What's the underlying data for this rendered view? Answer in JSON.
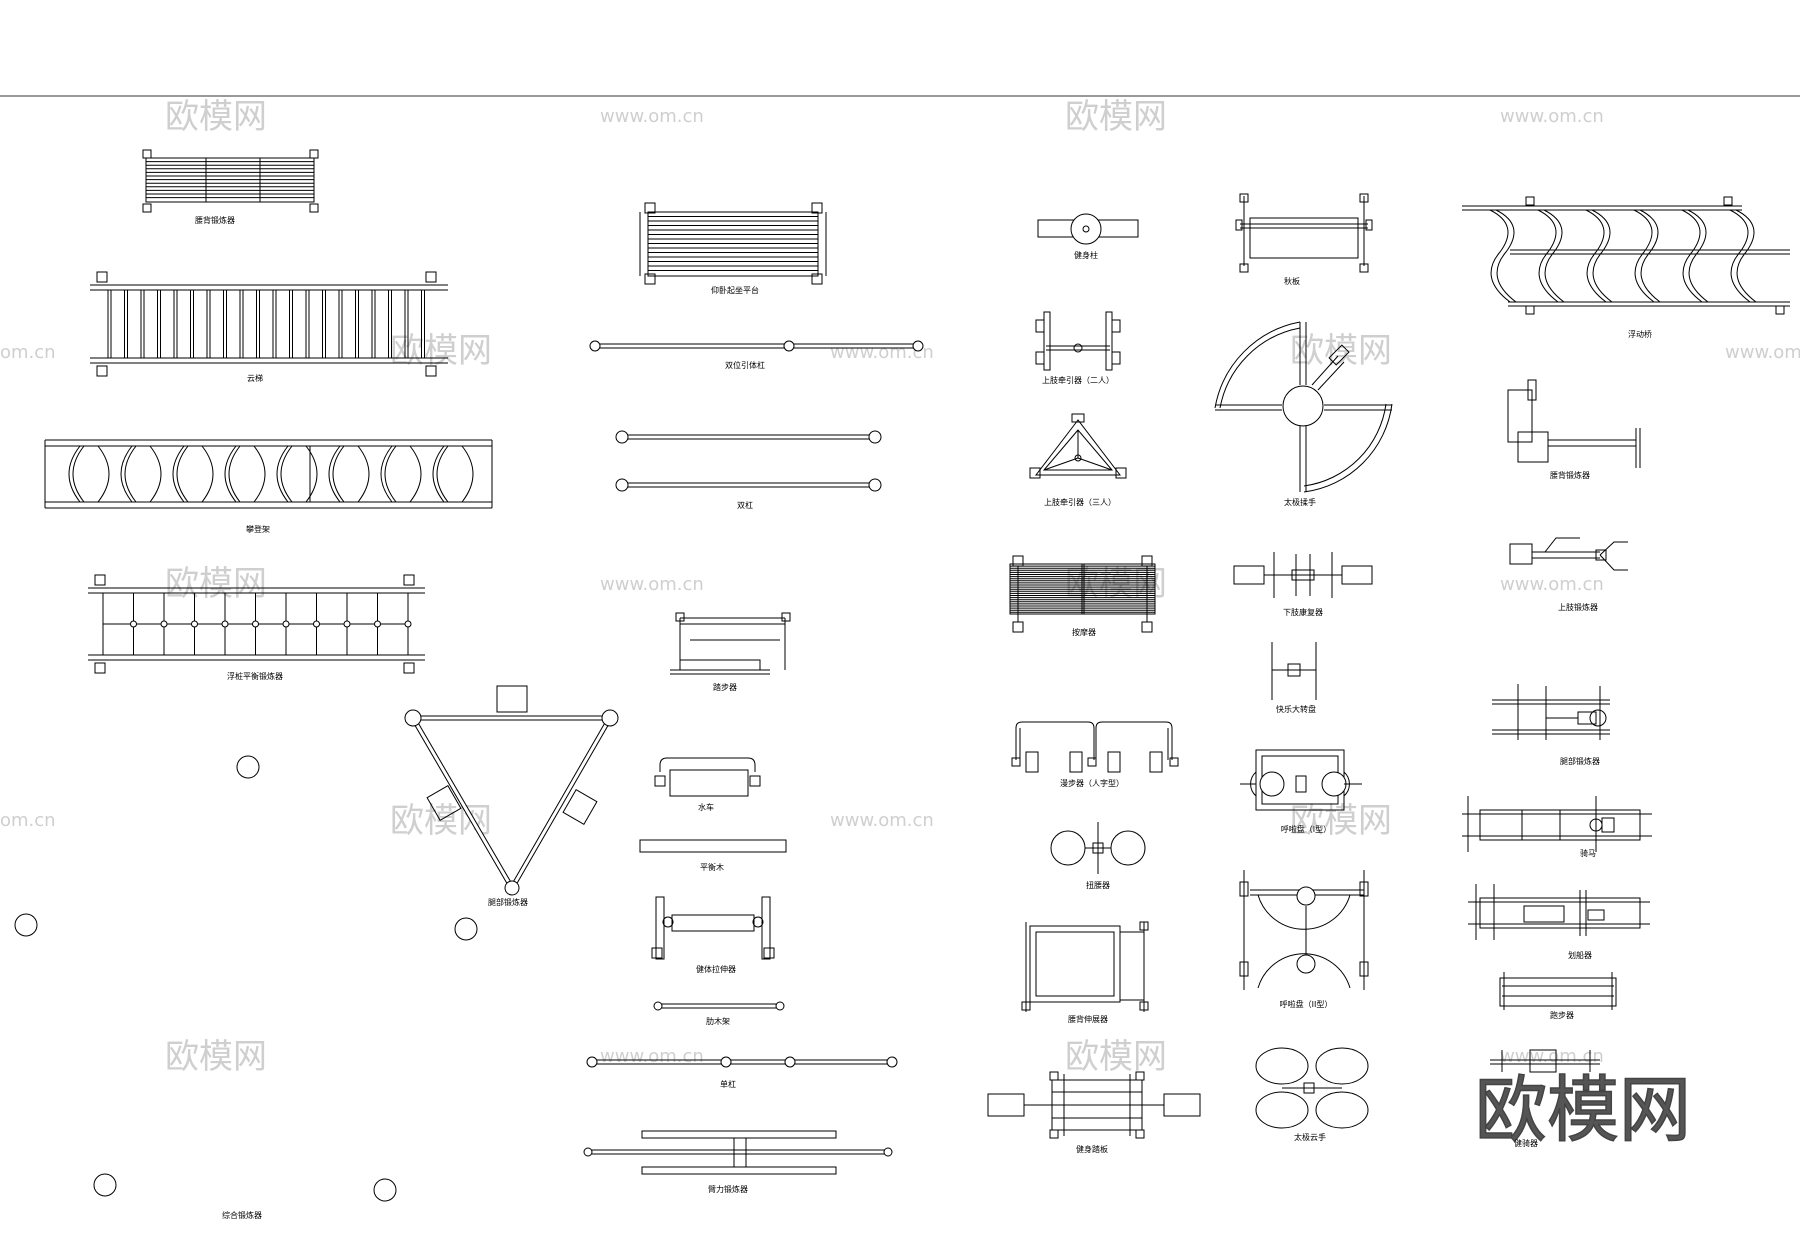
{
  "drawing": {
    "line_color": "#000000",
    "background": "#ffffff",
    "watermark_color": "#cfcfcf"
  },
  "watermarks": {
    "brand": "欧模网",
    "url": "www.om.cn",
    "url_short": "om.cn"
  },
  "equipment_labels": {
    "waist_trainer": "腰背锻炼器",
    "cloud_ladder": "云梯",
    "climbing_frame": "攀登架",
    "balance_trainer": "浮桩平衡锻炼器",
    "sit_up_platform": "仰卧起坐平台",
    "double_pull_bar": "双位引体杠",
    "parallel_bars": "双杠",
    "stepper": "踏步器",
    "water_wheel": "水车",
    "balance_beam": "平衡木",
    "leg_stretcher": "健体拉伸器",
    "bench": "肋木架",
    "horizontal_bar": "单杠",
    "arm_trainer": "臂力锻炼器",
    "leg_press": "腿部锻炼器",
    "combo_trainer": "综合锻炼器",
    "fitness_column": "健身柱",
    "swing_board": "秋板",
    "upper_puller_2": "上肢牵引器（二人）",
    "upper_puller_3": "上肢牵引器（三人）",
    "taichi_wheel": "太极揉手",
    "back_massager": "按摩器",
    "lower_limb_rehab": "下肢康复器",
    "happy_turntable": "快乐大转盘",
    "walker_v": "漫步器（人字型）",
    "rotator": "扭腰器",
    "rock_back": "腰背伸展器",
    "health_pedal": "健身踏板",
    "waist_twister_1": "呼啦盘（I型）",
    "waist_twister_2": "呼啦盘（II型）",
    "taichi_hands": "太极云手",
    "walking_bridge": "浮动桥",
    "back_trainer": "腰背锻炼器",
    "upper_trainer": "上肢锻炼器",
    "leg_stretch_trainer": "腿部锻炼器",
    "rider": "骑马",
    "rowing": "划船器",
    "run_walker": "跑步器",
    "cycle": "健骑器"
  }
}
